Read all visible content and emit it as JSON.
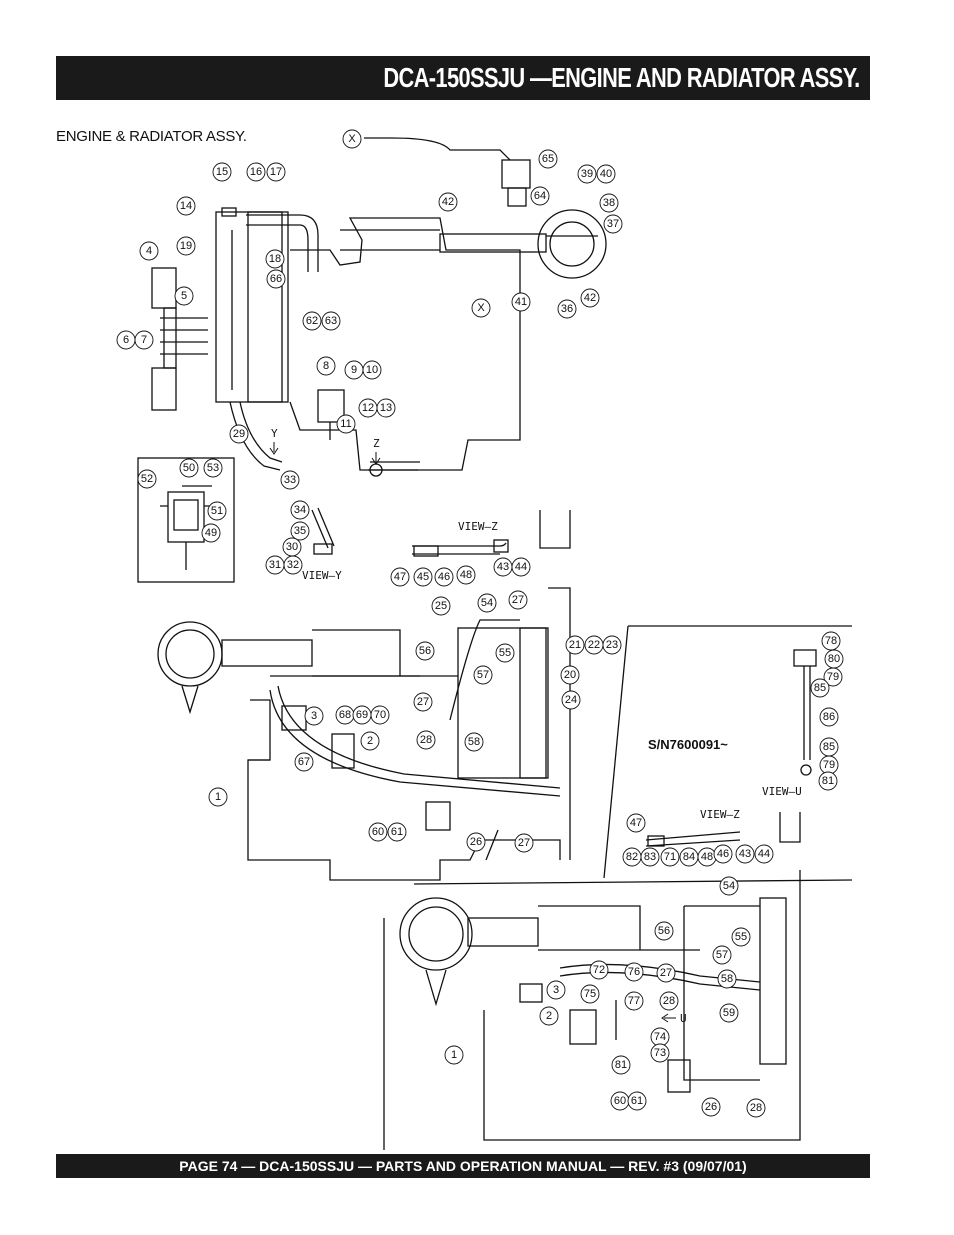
{
  "header": {
    "title": "DCA-150SSJU  —ENGINE AND RADIATOR ASSY."
  },
  "section": {
    "label": "ENGINE & RADIATOR ASSY."
  },
  "diagram": {
    "serial_note": "S/N7600091~",
    "view_labels": {
      "view_y": "VIEW–Y",
      "view_z_top": "VIEW–Z",
      "view_z_lower": "VIEW–Z",
      "view_u": "VIEW–U"
    },
    "arrow_labels": {
      "y": "Y",
      "z": "Z",
      "u": "U"
    },
    "x_markers": [
      "X",
      "X"
    ],
    "callouts_top": [
      "15",
      "16",
      "17",
      "14",
      "19",
      "4",
      "18",
      "66",
      "5",
      "62",
      "63",
      "6",
      "7",
      "8",
      "9",
      "10",
      "12",
      "13",
      "11",
      "29",
      "33",
      "65",
      "64",
      "39",
      "40",
      "42",
      "38",
      "37",
      "41",
      "36",
      "42"
    ],
    "callouts_inset": [
      "50",
      "53",
      "52",
      "51",
      "49"
    ],
    "callouts_view_y": [
      "34",
      "35",
      "30",
      "31",
      "32"
    ],
    "callouts_view_z": [
      "47",
      "45",
      "46",
      "48",
      "43",
      "44"
    ],
    "callouts_middle": [
      "25",
      "54",
      "27",
      "56",
      "55",
      "21",
      "22",
      "23",
      "57",
      "20",
      "27",
      "24",
      "3",
      "68",
      "69",
      "70",
      "28",
      "58",
      "2",
      "67",
      "1",
      "60",
      "61",
      "26",
      "27"
    ],
    "callouts_view_u": [
      "78",
      "80",
      "79",
      "85",
      "86",
      "85",
      "79",
      "81"
    ],
    "callouts_view_z_lower": [
      "47",
      "82",
      "83",
      "71",
      "84",
      "48",
      "46",
      "43",
      "44"
    ],
    "callouts_bottom": [
      "54",
      "56",
      "55",
      "57",
      "72",
      "76",
      "27",
      "58",
      "3",
      "75",
      "77",
      "28",
      "59",
      "2",
      "74",
      "73",
      "1",
      "81",
      "60",
      "61",
      "26",
      "28"
    ]
  },
  "footer": {
    "text": "PAGE 74 — DCA-150SSJU — PARTS AND OPERATION MANUAL — REV. #3 (09/07/01)"
  }
}
